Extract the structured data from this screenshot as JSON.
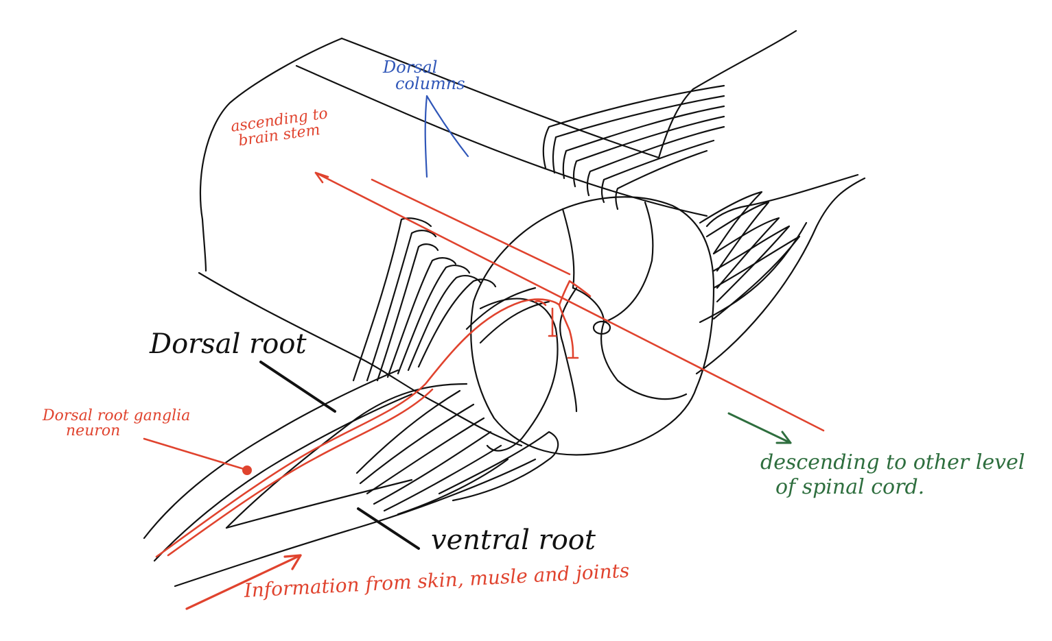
{
  "labels": {
    "dorsal_columns": [
      "Dorsal",
      "columns"
    ],
    "ascending": [
      "ascending to",
      "brain stem"
    ],
    "dorsal_root": "Dorsal root",
    "ventral_root": "ventral root",
    "drg_neuron": [
      "Dorsal root ganglia",
      "neuron"
    ],
    "descending": [
      "descending to other level",
      "of spinal cord."
    ],
    "information": "Information from skin, musle and joints"
  },
  "colors": {
    "ink": "#111111",
    "red": "#e0432e",
    "blue": "#2f56b8",
    "green": "#2e6e3e"
  }
}
